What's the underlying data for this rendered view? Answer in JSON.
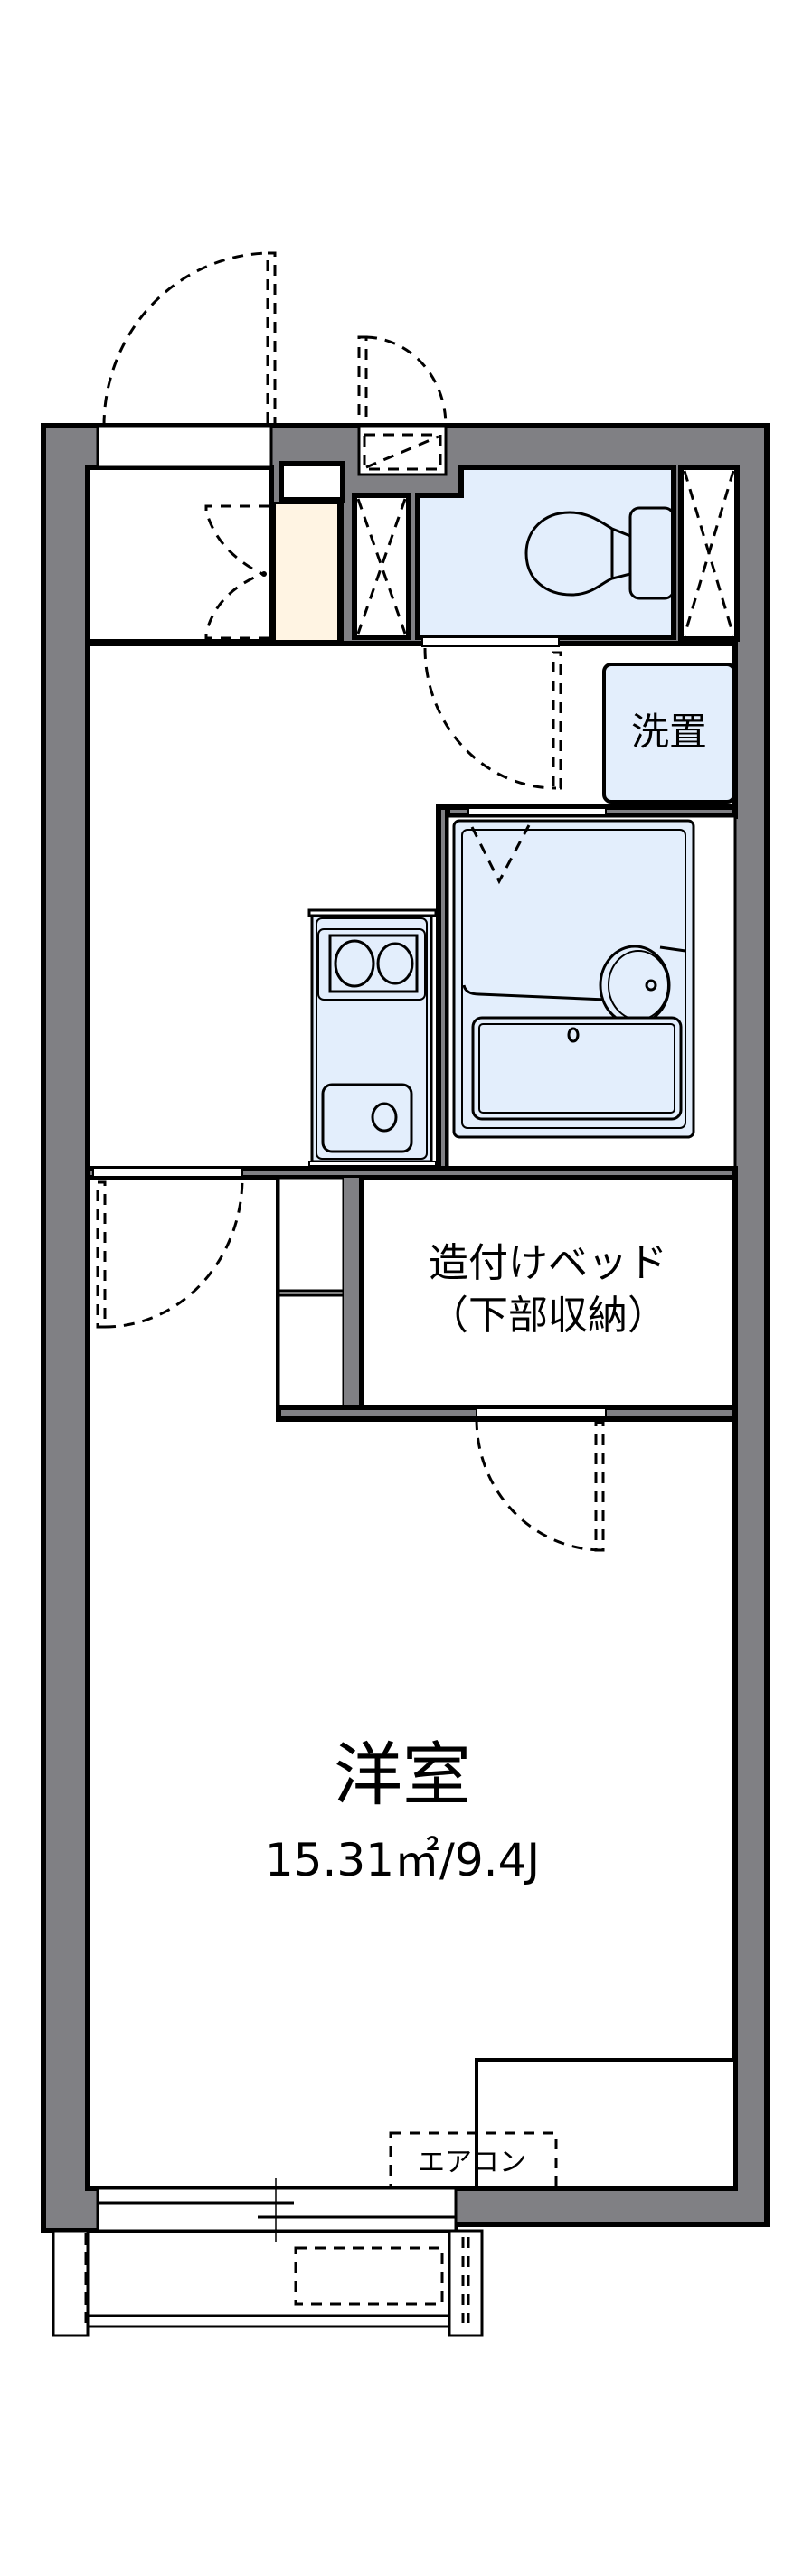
{
  "floorplan": {
    "colors": {
      "wall": "#808084",
      "wet_area": "#e3eefc",
      "shoe_closet": "#fff4e3",
      "line": "#000000",
      "background": "#ffffff"
    },
    "rooms": {
      "washer_space": {
        "label": "洗置"
      },
      "built_in_bed": {
        "label_line1": "造付けベッド",
        "label_line2": "（下部収納）"
      },
      "western_room": {
        "label": "洋室",
        "area": "15.31㎡/9.4J"
      },
      "air_conditioner": {
        "label": "エアコン"
      }
    },
    "fixtures": [
      "entrance-door",
      "meter-box-door",
      "shoe-closet",
      "pipe-space-left",
      "toilet",
      "pipe-space-right",
      "washer-space",
      "kitchen-two-burner-stove",
      "kitchen-sink",
      "unit-bath",
      "storage-shelf",
      "built-in-bed",
      "closet",
      "air-conditioner",
      "sliding-window",
      "balcony",
      "outdoor-unit"
    ]
  }
}
